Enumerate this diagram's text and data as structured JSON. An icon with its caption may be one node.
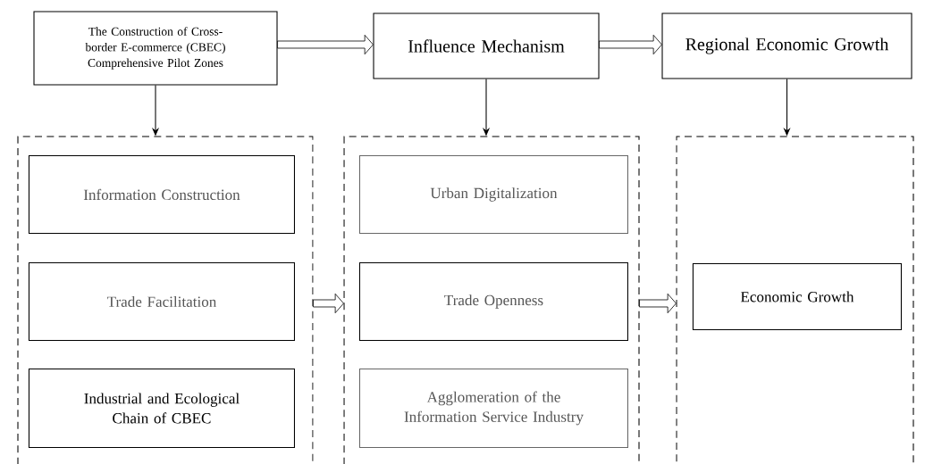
{
  "diagram": {
    "nodes": [
      {
        "text": [
          "The Construction of Cross-border E-commerce (CBEC) Comprehensive Pilot Zones"
        ]
      },
      {
        "text": [
          "Influence Mechanism"
        ]
      },
      {
        "text": [
          "Regional Economic Growth"
        ]
      },
      {
        "text": [],
        "shape": "box"
      },
      {
        "text": [
          "Information Construction"
        ],
        "in": 3
      },
      {
        "text": [
          "Trade Facilitation"
        ],
        "in": 3
      },
      {
        "text": [
          "Industrial and Ecological Chain of CBEC"
        ],
        "in": 3
      },
      {
        "text": [],
        "shape": "box"
      },
      {
        "text": [
          "Urban Digitalization"
        ],
        "in": 7
      },
      {
        "text": [
          "Trade Openness"
        ],
        "in": 7
      },
      {
        "text": [
          "Agglomeration of the Information Service Industry"
        ],
        "in": 7
      },
      {
        "text": [],
        "shape": "box"
      },
      {
        "text": [
          "Economic Growth"
        ],
        "in": 11
      }
    ],
    "edges": [
      {
        "from": 0,
        "to": 1,
        "arrow": "to"
      },
      {
        "from": 1,
        "to": 2,
        "arrow": "to"
      },
      {
        "from": 0,
        "to": 3,
        "arrow": "to"
      },
      {
        "from": 1,
        "to": 7,
        "arrow": "to"
      },
      {
        "from": 2,
        "to": 11,
        "arrow": "to"
      },
      {
        "from": 3,
        "to": 7,
        "arrow": "to"
      },
      {
        "from": 7,
        "to": 11,
        "arrow": "to"
      }
    ]
  }
}
